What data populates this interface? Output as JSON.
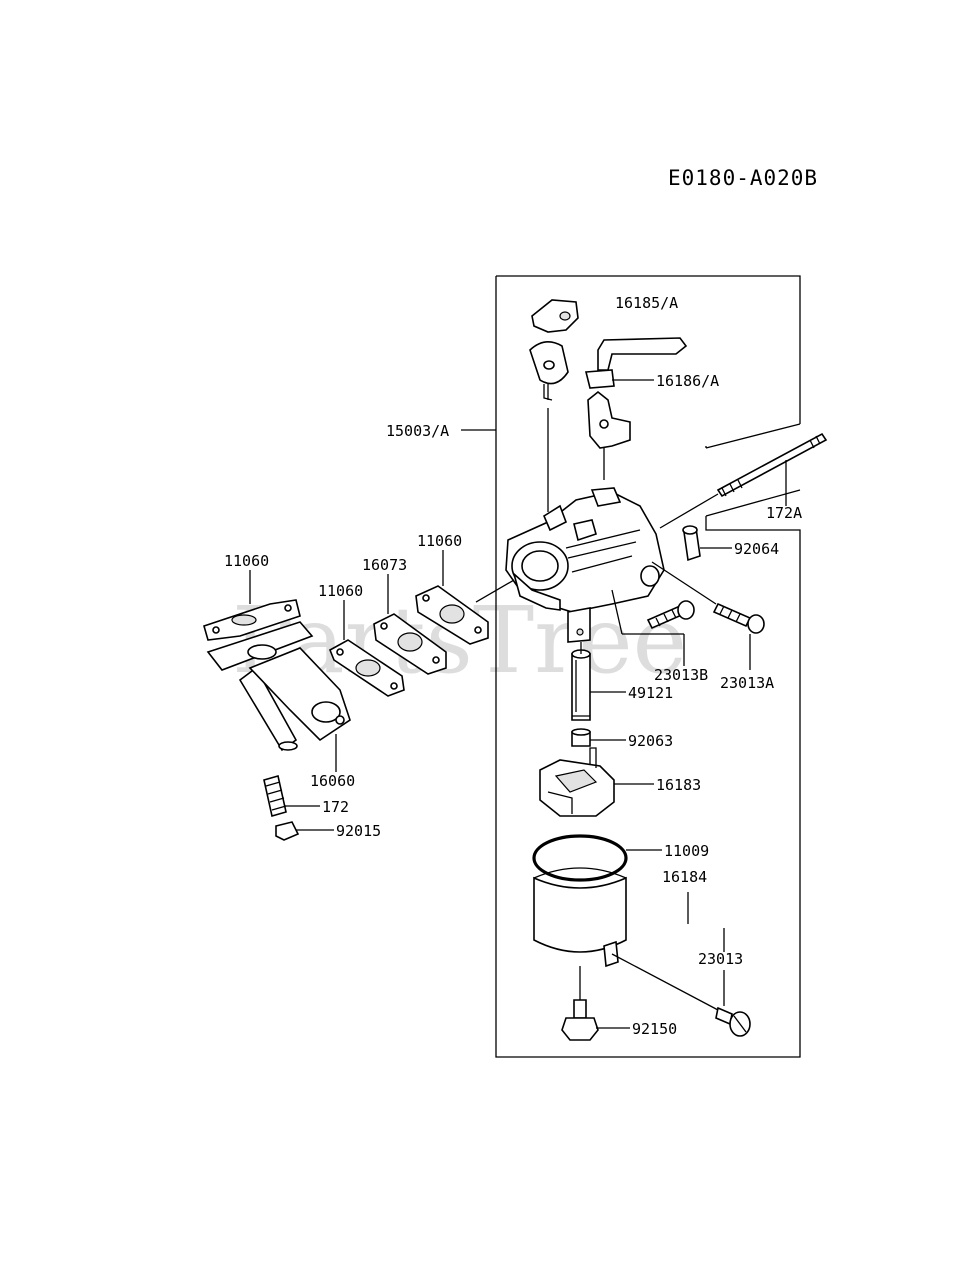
{
  "diagram": {
    "code": "E0180-A020B",
    "watermark": "PartsTree",
    "labels": {
      "p16185A": "16185/A",
      "p16186A": "16186/A",
      "p15003A": "15003/A",
      "p172A": "172A",
      "p92064": "92064",
      "p11060a": "11060",
      "p11060b": "11060",
      "p11060c": "11060",
      "p16073": "16073",
      "p23013B": "23013B",
      "p23013A": "23013A",
      "p49121": "49121",
      "p92063": "92063",
      "p16060": "16060",
      "p172": "172",
      "p16183": "16183",
      "p92015": "92015",
      "p11009": "11009",
      "p16184": "16184",
      "p23013": "23013",
      "p92150": "92150"
    }
  }
}
